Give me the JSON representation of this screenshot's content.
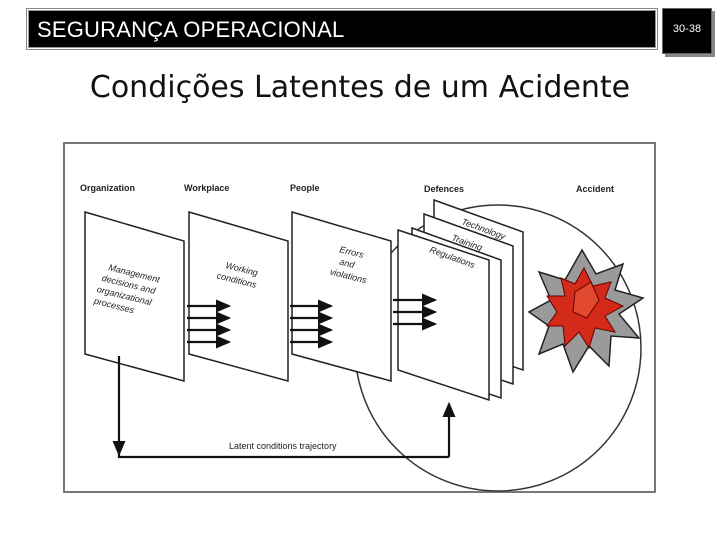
{
  "header": {
    "title": "SEGURANÇA OPERACIONAL",
    "page_number": "30-38"
  },
  "slide": {
    "title": "Condições Latentes de um Acidente"
  },
  "diagram": {
    "columns": {
      "organization": "Organization",
      "workplace": "Workplace",
      "people": "People",
      "defences": "Defences",
      "accident": "Accident"
    },
    "panel_organization": [
      "Management",
      "decisions and",
      "organizational",
      "processes"
    ],
    "panel_workplace": [
      "Working",
      "conditions"
    ],
    "panel_people": [
      "Errors",
      "and",
      "violations"
    ],
    "defence_layers": [
      "Technology",
      "Training",
      "Regulations"
    ],
    "trajectory_label": "Latent conditions trajectory",
    "colors": {
      "accident_red": "#d42a1a",
      "burst_gray": "#9a9a9a",
      "frame": "#555555"
    }
  }
}
